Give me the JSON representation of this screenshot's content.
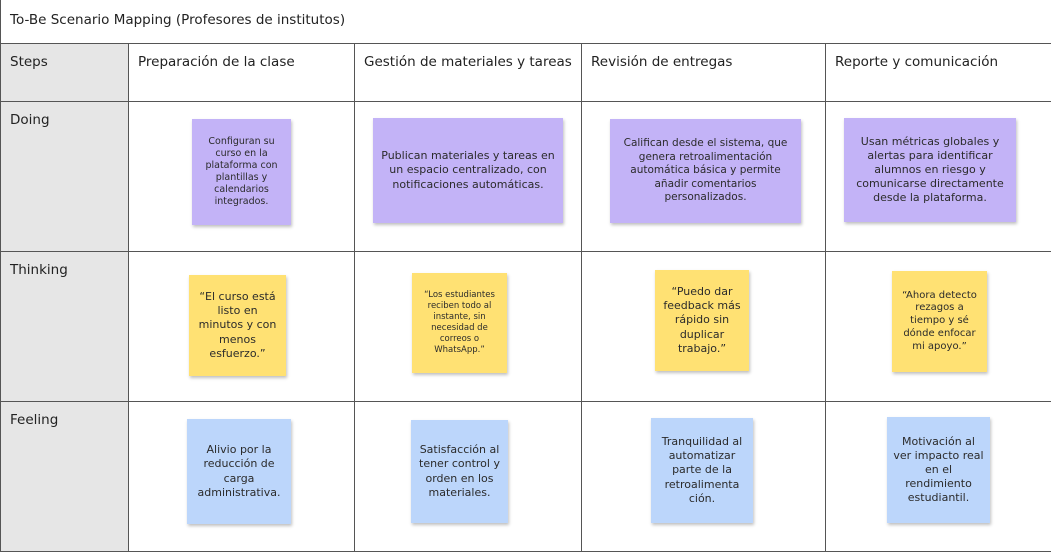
{
  "board": {
    "title": "To-Be Scenario Mapping (Profesores de institutos)"
  },
  "header_row": {
    "label": "Steps",
    "columns": [
      "Preparación de la clase",
      "Gestión de materiales y tareas",
      "Revisión de entregas",
      "Reporte y comunicación"
    ]
  },
  "rows": [
    {
      "label": "Doing",
      "color": "#c3b3f7",
      "notes": [
        "Configuran su curso en la plataforma con plantillas y calendarios integrados.",
        "Publican materiales y tareas en un espacio centralizado, con notificaciones automáticas.",
        "Califican desde el sistema, que genera retroalimentación automática básica y permite añadir comentarios personalizados.",
        "Usan métricas globales y alertas para identificar alumnos en riesgo y comunicarse directamente desde la plataforma."
      ]
    },
    {
      "label": "Thinking",
      "color": "#ffe173",
      "notes": [
        "“El curso está listo en minutos y con menos esfuerzo.”",
        "“Los estudiantes reciben todo al instante, sin necesidad de correos o WhatsApp.”",
        "“Puedo dar feedback más rápido sin duplicar trabajo.”",
        "“Ahora detecto rezagos a tiempo y sé dónde enfocar mi apoyo.”"
      ]
    },
    {
      "label": "Feeling",
      "color": "#bcd6fb",
      "notes": [
        "Alivio por la reducción de carga administrativa.",
        "Satisfacción al tener control y orden en los materiales.",
        "Tranquilidad al automatizar parte de la retroalimenta ción.",
        "Motivación al ver impacto real en el rendimiento estudiantil."
      ]
    }
  ]
}
